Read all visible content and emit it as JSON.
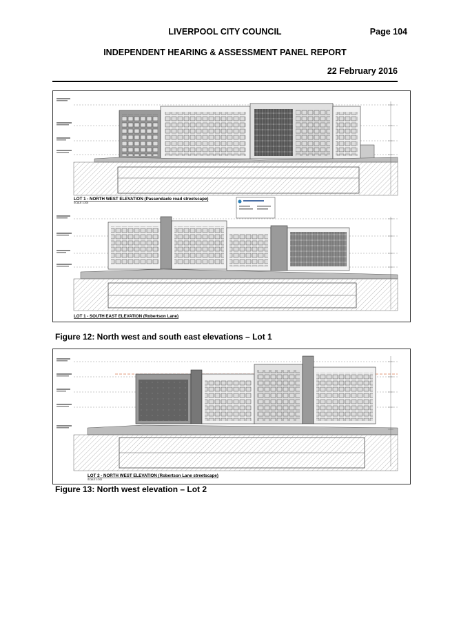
{
  "header": {
    "council": "LIVERPOOL CITY COUNCIL",
    "page": "Page 104",
    "report_title": "INDEPENDENT HEARING & ASSESSMENT PANEL REPORT",
    "date": "22 February 2016"
  },
  "figure12": {
    "caption": "Figure 12: North west and south east elevations – Lot 1",
    "drawing_a_title": "LOT 1 - NORTH WEST ELEVATION (Passendaele road streetscape)",
    "drawing_a_scale": "SCALE 1:200",
    "drawing_b_title": "LOT 1 - SOUTH EAST ELEVATION (Robertson Lane)"
  },
  "figure13": {
    "caption": "Figure 13: North west elevation – Lot 2",
    "drawing_title": "LOT 2 - NORTH WEST ELEVATION (Robertson Lane streetscape)",
    "drawing_scale": "SCALE 1:200"
  }
}
